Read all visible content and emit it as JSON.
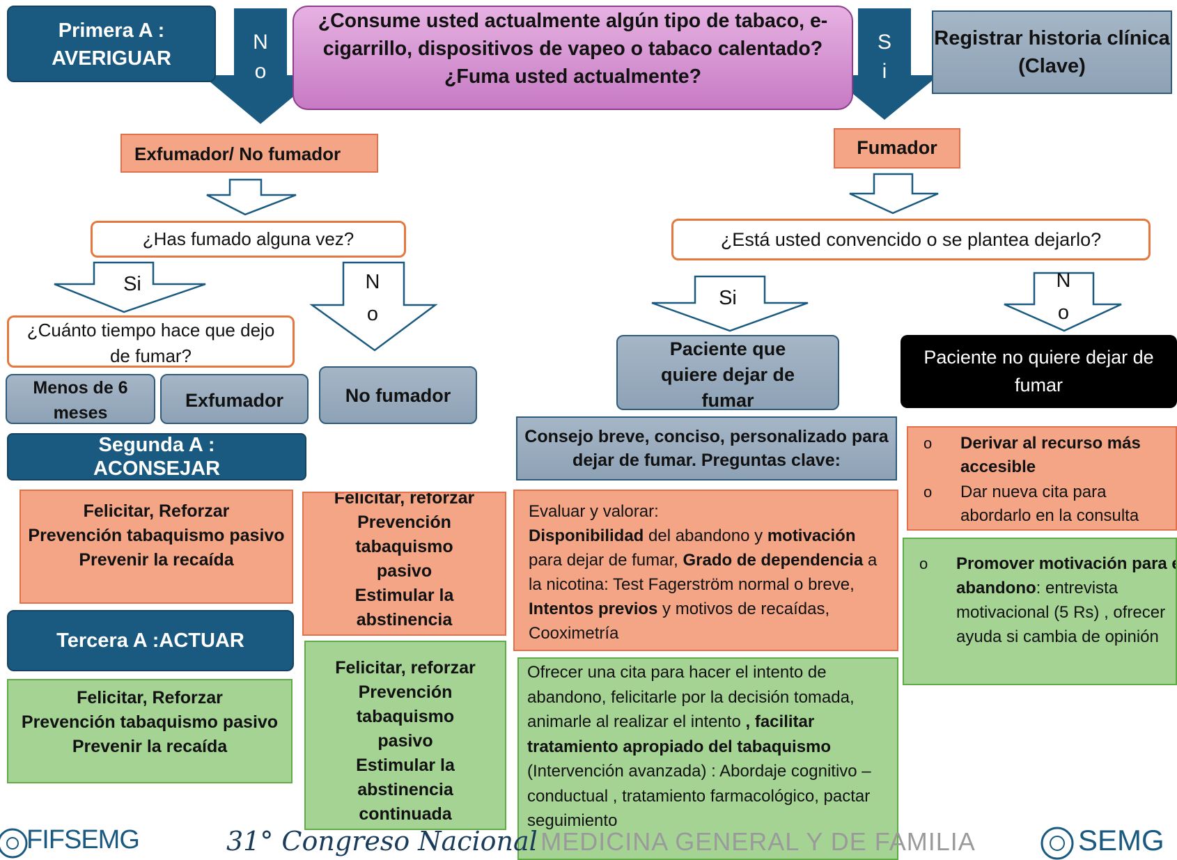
{
  "colors": {
    "teal": "#1a5a80",
    "salmon": "#f3a585",
    "green": "#a5d394",
    "orange_border": "#e5783f",
    "purple": "#c77ac3"
  },
  "steps": {
    "primera": "Primera A : AVERIGUAR",
    "segunda": "Segunda A : ACONSEJAR",
    "tercera": "Tercera A :ACTUAR"
  },
  "main_question": "¿Consume usted actualmente algún tipo de tabaco, e-cigarrillo, dispositivos de vapeo o tabaco calentado? ¿Fuma usted actualmente?",
  "register": "Registrar historia clínica (Clave)",
  "answers": {
    "no_big_1": "N",
    "no_big_2": "o",
    "si_big_1": "S",
    "si_big_2": "i",
    "si": "Si",
    "no_1": "N",
    "no_2": "o"
  },
  "left_branch": {
    "status": "Exfumador/ No fumador",
    "question": "¿Has fumado alguna vez?",
    "time_question": "¿Cuánto tiempo hace que dejo de fumar?",
    "less6": "Menos de 6 meses",
    "exfumador": "Exfumador",
    "nofumador": "No fumador",
    "advise_a": [
      "Felicitar, Reforzar",
      "Prevención tabaquismo pasivo",
      "Prevenir la recaída"
    ],
    "advise_b": [
      "Felicitar, reforzar",
      "Prevención tabaquismo pasivo",
      "Estimular la abstinencia continuada"
    ],
    "act_a": [
      "Felicitar, Reforzar",
      "Prevención tabaquismo pasivo",
      "Prevenir la recaída"
    ],
    "act_b": [
      "Felicitar, reforzar",
      "Prevención tabaquismo pasivo",
      "Estimular la abstinencia continuada"
    ]
  },
  "right_branch": {
    "status": "Fumador",
    "question": "¿Está usted convencido o se plantea dejarlo?",
    "wants": "Paciente que quiere dejar de fumar",
    "not_wants": "Paciente no quiere dejar de fumar",
    "advice": "Consejo breve, conciso, personalizado para dejar de fumar. Preguntas clave:",
    "evaluate": {
      "intro": "Evaluar y valorar:",
      "b1": "Disponibilidad",
      "t1": " del abandono y ",
      "b2": "motivación",
      "t2": " para dejar de fumar, ",
      "b3": "Grado de dependencia",
      "t3": " a la nicotina: Test Fagerström normal o breve, ",
      "b4": "Intentos previos",
      "t4": " y motivos de recaídas, Cooximetría"
    },
    "act": {
      "t1": "Ofrecer una cita para hacer el intento de abandono, felicitarle por la decisión tomada, animarle al realizar el intento ",
      "b1": ", facilitar tratamiento apropiado del tabaquismo",
      "t2": " (Intervención avanzada) : Abordaje cognitivo –conductual , tratamiento farmacológico, pactar seguimiento"
    },
    "refer": {
      "marker": "o",
      "item1": "Derivar al recurso más accesible",
      "item2": "Dar nueva cita para abordarlo en la consulta"
    },
    "promote": {
      "marker": "o",
      "bold": "Promover motivación para el abandono",
      "rest": ": entrevista motivacional (5 Rs) , ofrecer ayuda si cambia de opinión"
    }
  },
  "footer": {
    "logo_left": "FIFSEMG",
    "congress": "31° Congreso Nacional",
    "congress_rest": "MEDICINA GENERAL Y DE FAMILIA",
    "logo_right": "SEMG"
  }
}
